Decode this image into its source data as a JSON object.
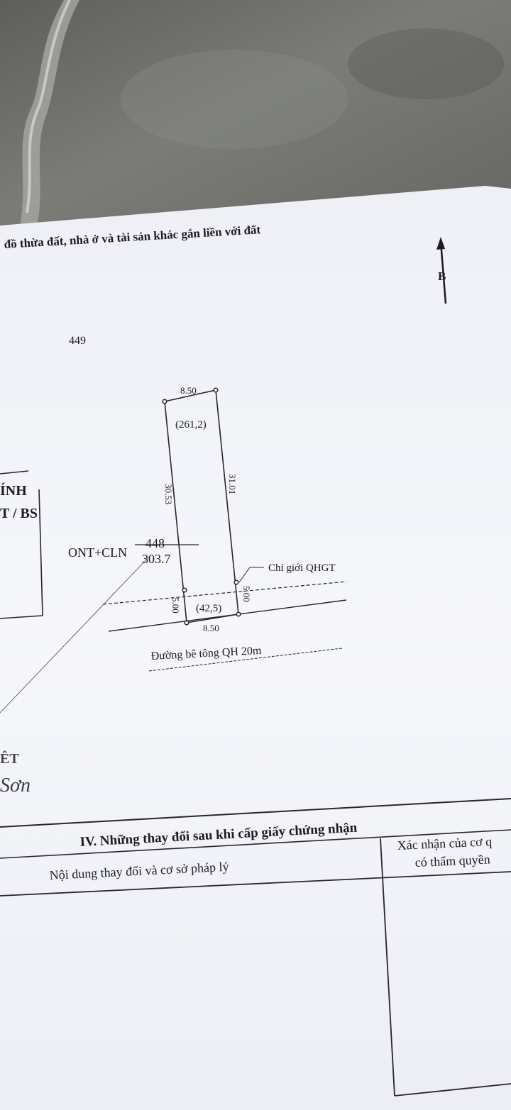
{
  "header": {
    "title": "đồ thừa đất, nhà ở và tài sản khác gắn liền với đất"
  },
  "compass": {
    "north_label": "B"
  },
  "plot": {
    "neighbor_parcel": "449",
    "top_width": "8.50",
    "main_area": "(261,2)",
    "left_length": "30.53",
    "right_length": "31.01",
    "land_use": "ONT+CLN",
    "parcel_number": "448",
    "parcel_area": "303.7",
    "setback_label": "Chỉ giới QHGT",
    "setback_left": "5.00",
    "setback_right": "5.00",
    "setback_area": "(42,5)",
    "bottom_width": "8.50",
    "road_label": "Đường bê tông QH 20m"
  },
  "side_stamp": {
    "line1": "ÍNH",
    "line2": "T / BS"
  },
  "side_fragments": {
    "text1": "ÊT",
    "signature": "Sơn"
  },
  "section4": {
    "title": "IV. Những thay đổi sau khi cấp giấy chứng nhận",
    "col1_header": "Nội dung thay đổi và cơ sở pháp lý",
    "col2_header_line1": "Xác nhận của cơ q",
    "col2_header_line2": "có thẩm quyền"
  },
  "colors": {
    "paper": "#f4f5f9",
    "ink": "#1c1c22",
    "background": "#6f6f6d"
  }
}
